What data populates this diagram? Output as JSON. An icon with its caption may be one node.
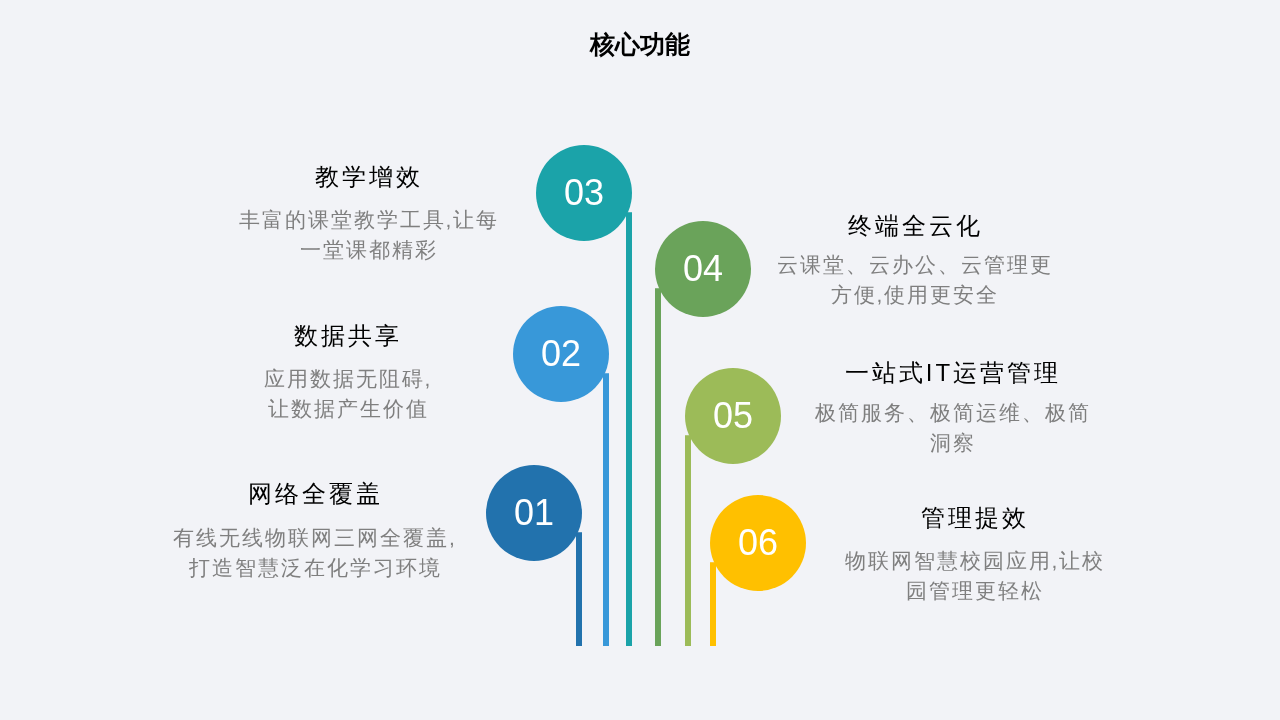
{
  "diagram": {
    "title": "核心功能",
    "nodes": [
      {
        "text": [
          "01"
        ],
        "beside": [
          "网络全覆盖",
          "有线无线物联网三网全覆盖,打造智慧泛在化学习环境"
        ]
      },
      {
        "text": [
          "02"
        ],
        "beside": [
          "数据共享",
          "应用数据无阻碍,让数据产生价值"
        ]
      },
      {
        "text": [
          "03"
        ],
        "beside": [
          "教学增效",
          "丰富的课堂教学工具,让每一堂课都精彩"
        ]
      },
      {
        "text": [
          "04"
        ],
        "beside": [
          "终端全云化",
          "云课堂、云办公、云管理更方便,使用更安全"
        ]
      },
      {
        "text": [
          "05"
        ],
        "beside": [
          "一站式IT运营管理",
          "极简服务、极简运维、极简洞察"
        ]
      },
      {
        "text": [
          "06"
        ],
        "beside": [
          "管理提效",
          "物联网智慧校园应用,让校园管理更轻松"
        ]
      }
    ]
  }
}
